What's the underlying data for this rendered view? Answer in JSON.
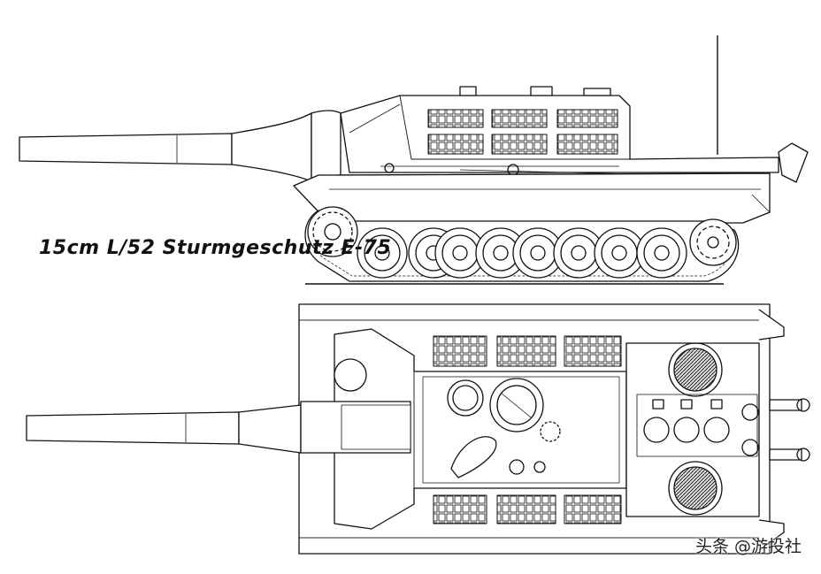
{
  "caption": "15cm L/52 Sturmgeschutz E-75",
  "watermark": "头条 @游投社",
  "colors": {
    "ink": "#111111",
    "paper": "#ffffff",
    "shade": "#1a1a1a"
  },
  "views": [
    {
      "name": "side-elevation"
    },
    {
      "name": "top-plan"
    }
  ]
}
